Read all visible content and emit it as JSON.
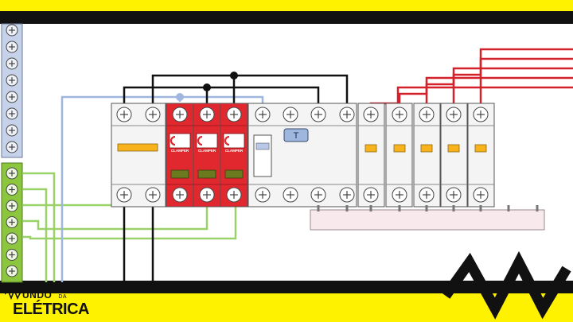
{
  "brand": {
    "line1_prefix": "UNDO",
    "line1_small": "DA",
    "line2": "ELÉTRICA"
  },
  "dps_label": "CLAMPER",
  "timer_label": "T",
  "colors": {
    "background": "#ffffff",
    "border_yellow": "#fff200",
    "black": "#111111",
    "dps_red": "#e0282e",
    "dps_window": "#6b7a1e",
    "earth_bar": "#8cc63f",
    "neutral_bar": "#c6d2ea",
    "indicator_orange": "#f7b21c",
    "wire_black": "#111111",
    "wire_red": "#d6202a",
    "wire_blue": "#9fb7de",
    "wire_green": "#9bd169",
    "comb_bar": "#f7e9ec"
  }
}
